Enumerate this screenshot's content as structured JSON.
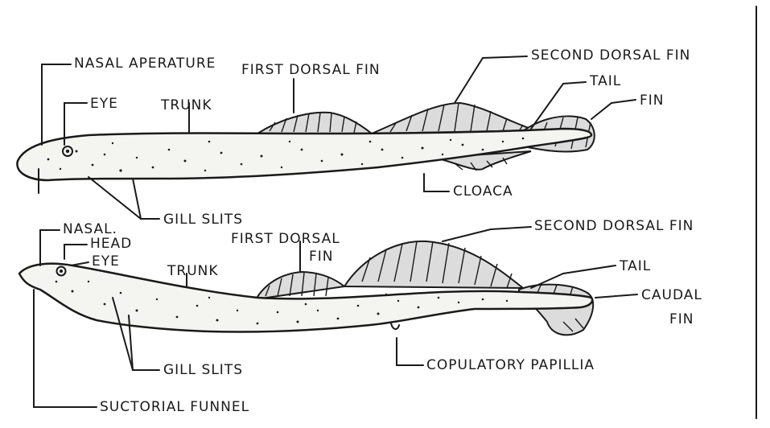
{
  "figure_upper": {
    "labels": {
      "nasal_aperature": "NASAL APERATURE",
      "first_dorsal_fin": "FIRST DORSAL FIN",
      "second_dorsal_fin": "SECOND DORSAL FIN",
      "tail": "TAIL",
      "fin": "FIN",
      "eye": "EYE",
      "trunk": "TRUNK",
      "cloaca": "CLOACA",
      "gill_slits": "GILL SLITS"
    }
  },
  "figure_lower": {
    "labels": {
      "nasal": "NASAL.",
      "head": "HEAD",
      "eye": "EYE",
      "trunk": "TRUNK",
      "first_dorsal": "FIRST DORSAL",
      "fin": "FIN",
      "second_dorsal_fin": "SECOND DORSAL FIN",
      "tail": "TAIL",
      "caudal": "CAUDAL",
      "caudal_fin": "FIN",
      "copulatory_papilla": "COPULATORY PAPILLIA",
      "gill_slits": "GILL SLITS",
      "suctorial_funnel": "SUCTORIAL FUNNEL"
    }
  }
}
